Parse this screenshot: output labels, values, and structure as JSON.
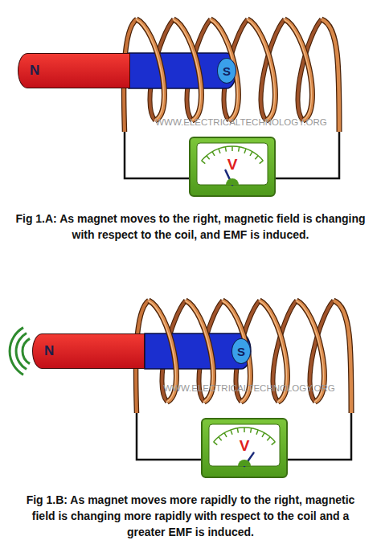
{
  "diagram": {
    "nodes": [
      {
        "text": [
          "N"
        ]
      },
      {
        "text": [
          "S"
        ]
      },
      {
        "text": [
          "V"
        ]
      },
      {
        "text": [
          "N"
        ]
      },
      {
        "text": [
          "S"
        ]
      },
      {
        "text": [
          "V"
        ]
      }
    ],
    "labels": [
      "WWW.ELECTRICALTECHNOLOGY.ORG",
      "Fig 1.A: As magnet moves to the right, magnetic field is changing with respect to the coil, and EMF is induced.",
      "WWW.ELECTRICALTECHNOLOGY.ORG",
      "Fig 1.B: As magnet moves more rapidly to the right, magnetic field is changing more rapidly with respect to the coil and a greater EMF is induced."
    ]
  }
}
